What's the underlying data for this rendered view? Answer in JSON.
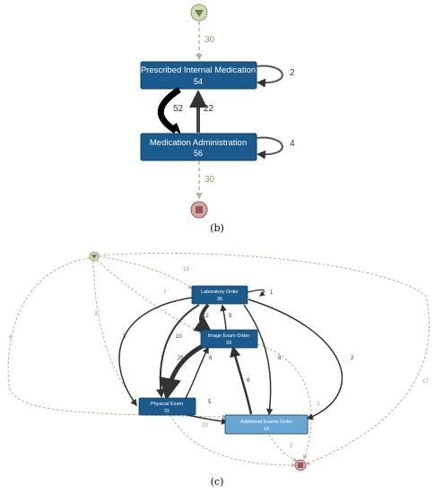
{
  "colors": {
    "node_dark": "#1b5a8c",
    "node_light": "#6aa6d4",
    "node_stroke": "#0d3d63",
    "edge": "#333333",
    "dashed_edge": "#b7b59a",
    "start_fill": "#cfdcb6",
    "end_fill": "#d8a7a7"
  },
  "diagram_b": {
    "caption": "(b)",
    "nodes": [
      {
        "name": "Prescribed Internal Medication",
        "count": "54"
      },
      {
        "name": "Medication Administration",
        "count": "56"
      }
    ],
    "edges": {
      "start_to_pim": "30",
      "pim_loop": "2",
      "pim_to_ma": "52",
      "ma_to_pim": "22",
      "ma_loop": "4",
      "ma_to_end": "30"
    }
  },
  "diagram_c": {
    "caption": "(c)",
    "nodes": [
      {
        "name": "Laboratory Order",
        "count": "35"
      },
      {
        "name": "Image Exam Order",
        "count": "33"
      },
      {
        "name": "Physical Exam",
        "count": "31"
      },
      {
        "name": "Additional Exams Order",
        "count": "16"
      }
    ],
    "edge_labels": [
      "13",
      "1",
      "7",
      "3",
      "12",
      "5",
      "3",
      "10",
      "25",
      "6",
      "8",
      "2",
      "8",
      "5",
      "3",
      "17",
      "10",
      "2",
      "6"
    ]
  }
}
